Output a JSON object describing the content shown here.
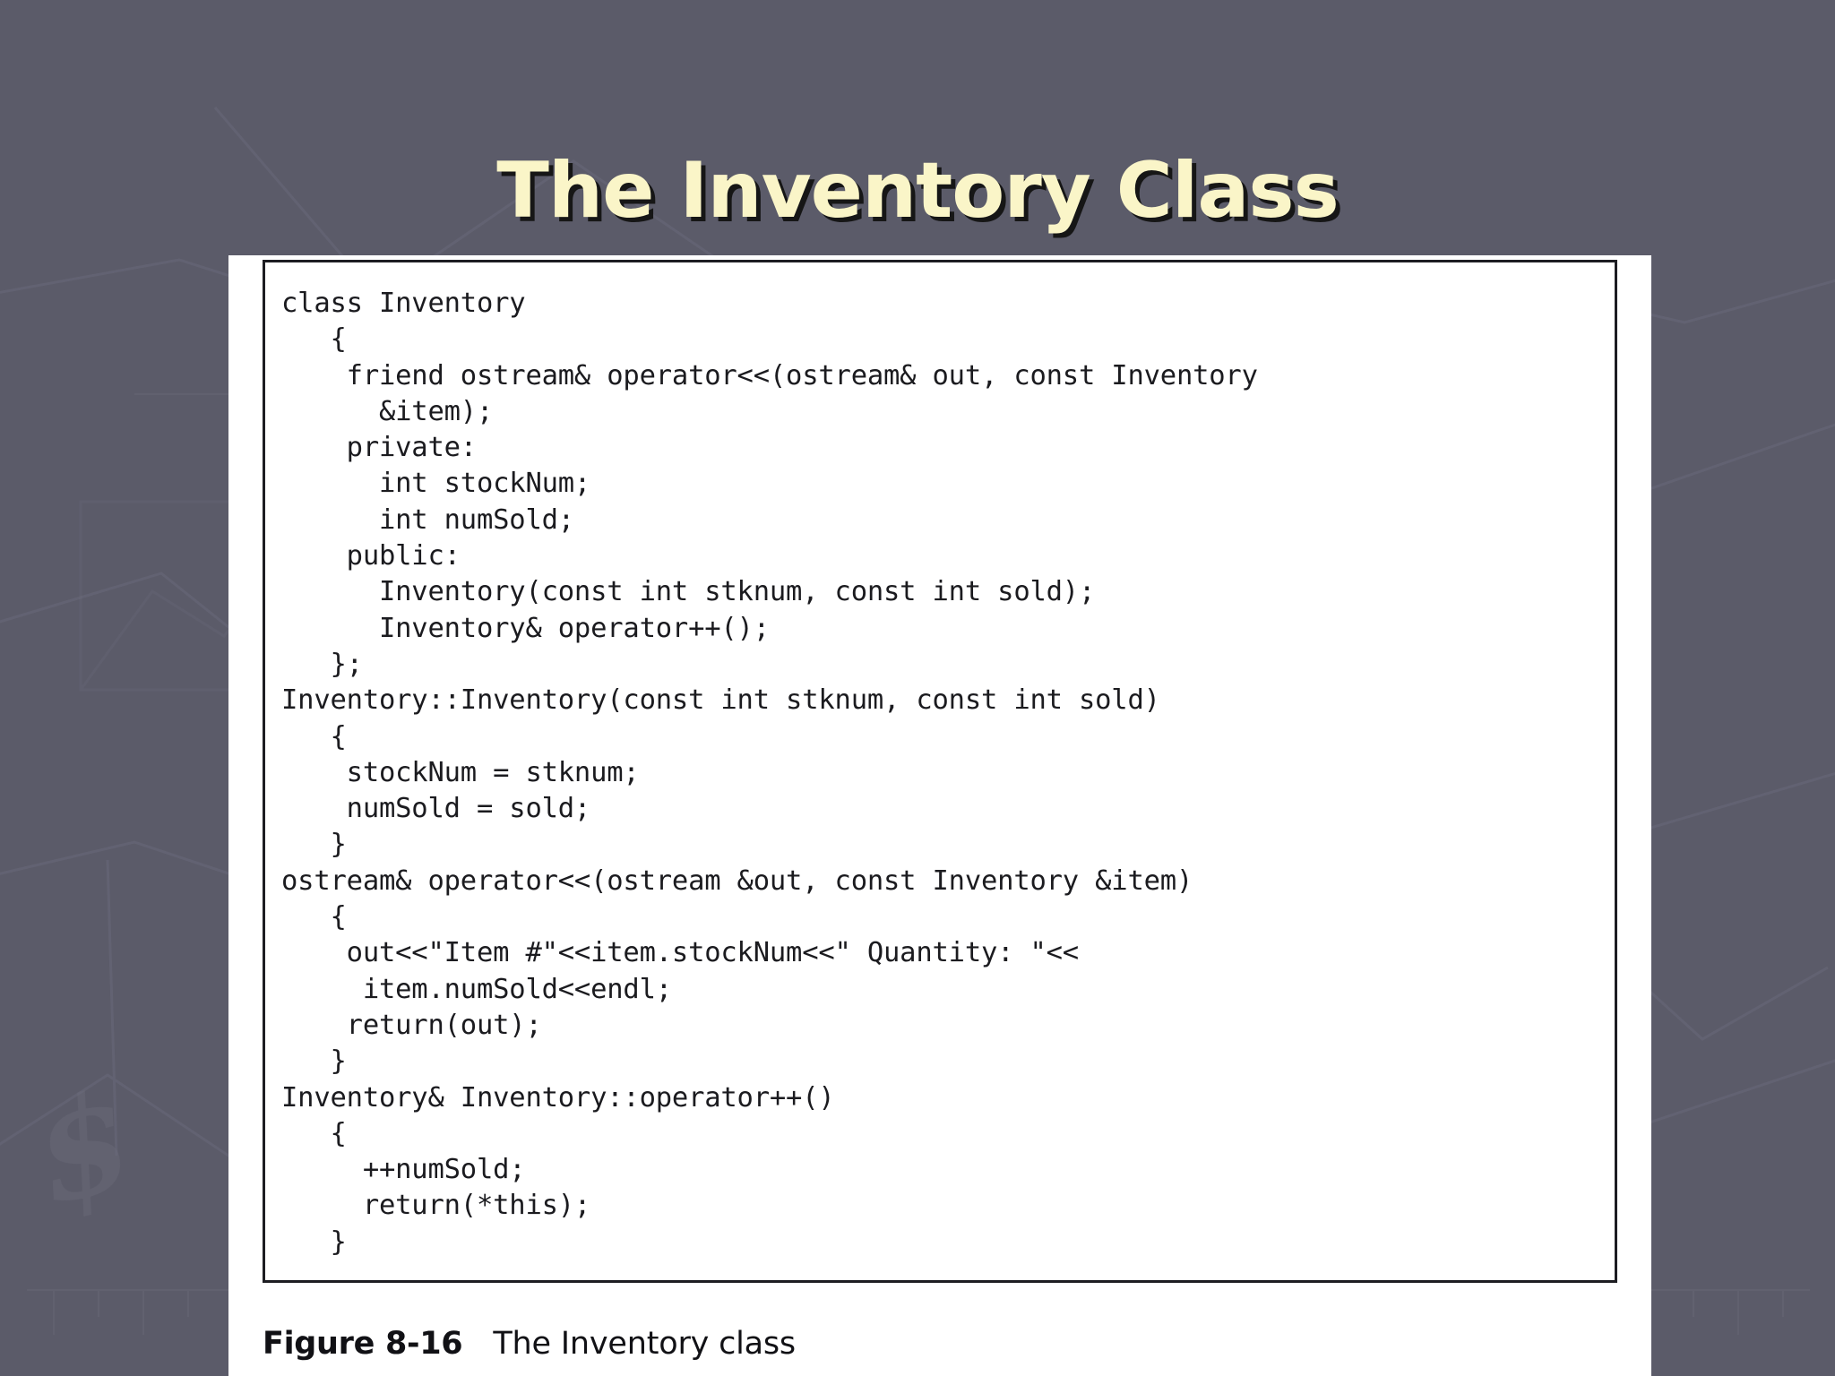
{
  "slide": {
    "title": "The Inventory Class",
    "background_color": "#5b5b69",
    "title_color": "#faf5c8",
    "title_shadow_color": "#161616",
    "panel_color": "#ffffff",
    "code_text_color": "#1b1b1f",
    "code_border_color": "#1d1d22"
  },
  "figure": {
    "caption_label": "Figure 8-16",
    "caption_text": "The Inventory class"
  },
  "code": {
    "language": "cpp",
    "lines": [
      "class Inventory",
      "   {",
      "    friend ostream& operator<<(ostream& out, const Inventory",
      "      &item);",
      "    private:",
      "      int stockNum;",
      "      int numSold;",
      "    public:",
      "      Inventory(const int stknum, const int sold);",
      "      Inventory& operator++();",
      "   };",
      "Inventory::Inventory(const int stknum, const int sold)",
      "   {",
      "    stockNum = stknum;",
      "    numSold = sold;",
      "   }",
      "ostream& operator<<(ostream &out, const Inventory &item)",
      "   {",
      "    out<<\"Item #\"<<item.stockNum<<\" Quantity: \"<<",
      "     item.numSold<<endl;",
      "    return(out);",
      "   }",
      "Inventory& Inventory::operator++()",
      "   {",
      "     ++numSold;",
      "     return(*this);",
      "   }"
    ]
  }
}
